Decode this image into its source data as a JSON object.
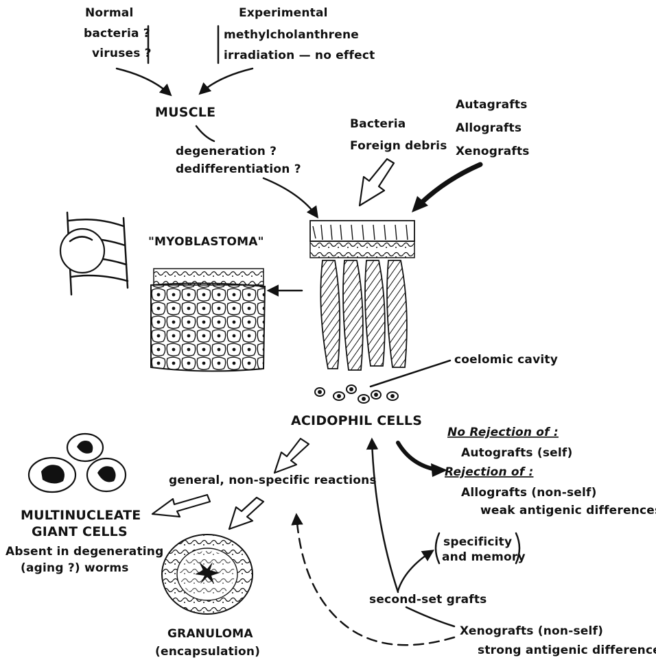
{
  "causes": {
    "normal_heading": "Normal",
    "normal_items": [
      "bacteria ?",
      "viruses ?"
    ],
    "experimental_heading": "Experimental",
    "experimental_items": [
      "methylcholanthrene",
      "irradiation — no effect"
    ]
  },
  "muscle": {
    "label": "MUSCLE",
    "process_1": "degeneration ?",
    "process_2": "dedifferentiation ?"
  },
  "foreign": {
    "items": [
      "Bacteria",
      "Foreign debris"
    ],
    "grafts": [
      "Autagrafts",
      "Allografts",
      "Xenografts"
    ]
  },
  "tumor": {
    "label": "\"MYOBLASTOMA\""
  },
  "body_wall": {
    "cavity_label": "coelomic cavity",
    "cells_label": "ACIDOPHIL CELLS"
  },
  "reactions": {
    "general_label": "general, non-specific reactions",
    "giant_cells_1": "MULTINUCLEATE",
    "giant_cells_2": "GIANT CELLS",
    "giant_note_1": "Absent in degenerating",
    "giant_note_2": "(aging ?)  worms",
    "granuloma_1": "GRANULOMA",
    "granuloma_2": "(encapsulation)"
  },
  "immunity": {
    "no_rejection_heading": "No Rejection of :",
    "no_rejection_item": "Autografts  (self)",
    "rejection_heading": "Rejection of :",
    "rejection_item_1": "Allografts (non-self)",
    "rejection_item_2": "weak antigenic differences",
    "spec_1": "specificity",
    "spec_2": "and memory",
    "second_set": "second-set grafts",
    "xeno_1": "Xenografts (non-self)",
    "xeno_2": "strong antigenic differences"
  }
}
